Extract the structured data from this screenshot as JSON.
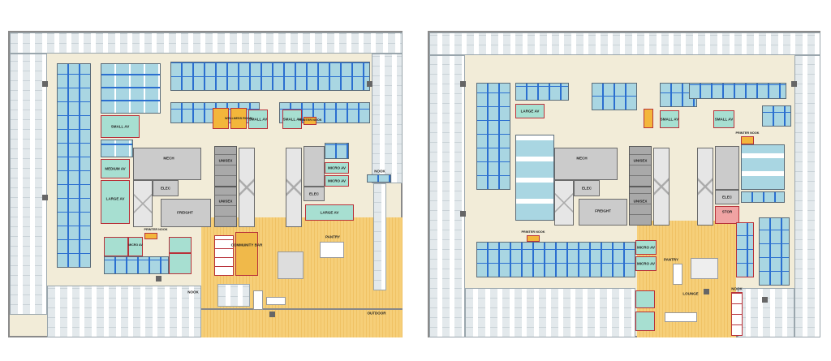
{
  "left_plan": {
    "labels": {
      "mech": "MECH",
      "elec1": "ELEC",
      "elec2": "ELEC",
      "freight": "FREIGHT",
      "unisex1": "UNISEX",
      "unisex2": "UNISEX",
      "large_av": "LARGE AV",
      "large_av2": "LARGE AV",
      "medium_av": "MEDIUM AV",
      "small_av1": "SMALL AV",
      "small_av2": "SMALL AV",
      "small_av3": "SMALL AV",
      "micro_av1": "MICRO AV",
      "micro_av2": "MICRO AV",
      "micro_av3": "MICRO AV",
      "printer_nook1": "PRINTER NOOK",
      "printer_nook2": "PRINTER NOOK",
      "wellness": "WELLNESS ROOM",
      "community_bar": "COMMUNITY BAR",
      "pantry": "PANTRY",
      "outdoor": "OUTDOOR",
      "nook": "NOOK"
    }
  },
  "right_plan": {
    "labels": {
      "mech": "MECH",
      "elec1": "ELEC",
      "elec2": "ELEC",
      "freight": "FREIGHT",
      "unisex1": "UNISEX",
      "unisex2": "UNISEX",
      "stor": "STOR",
      "large_av": "LARGE AV",
      "small_av1": "SMALL AV",
      "small_av2": "SMALL AV",
      "micro_av1": "MICRO AV",
      "micro_av2": "MICRO AV",
      "printer_nook1": "PRINTER NOOK",
      "printer_nook2": "PRINTER NOOK",
      "pantry": "PANTRY",
      "lounge": "LOUNGE",
      "nook": "NOOK"
    }
  },
  "colors": {
    "corridor": "#f2ecd8",
    "workstations": "#e3e9ec",
    "offices": "#a9d6e2",
    "meeting_rooms": "#a7dfd1",
    "amenity": "#f6cf79",
    "core": "#cbcbcb",
    "walls_accent": "#b8323a",
    "partitions": "#2b6fd0"
  }
}
